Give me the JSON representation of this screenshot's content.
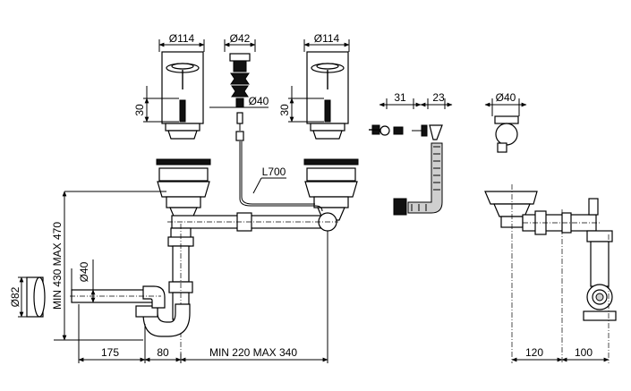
{
  "dimensions": {
    "basket_left_width": "Ø114",
    "stopper_width": "Ø42",
    "basket_right_width": "Ø114",
    "basket_left_height": "30",
    "basket_right_height": "30",
    "stopper_pipe": "Ø40",
    "cable_length": "L700",
    "connector_width": "31",
    "hose_connector_width": "23",
    "elbow_diameter": "Ø40",
    "outlet_diameter": "Ø82",
    "trap_outlet": "Ø40",
    "trap_height": "MIN 430 MAX 470",
    "bottom_left": "175",
    "bottom_mid": "80",
    "bottom_right": "MIN 220 MAX 340",
    "side_left": "120",
    "side_right": "100"
  }
}
